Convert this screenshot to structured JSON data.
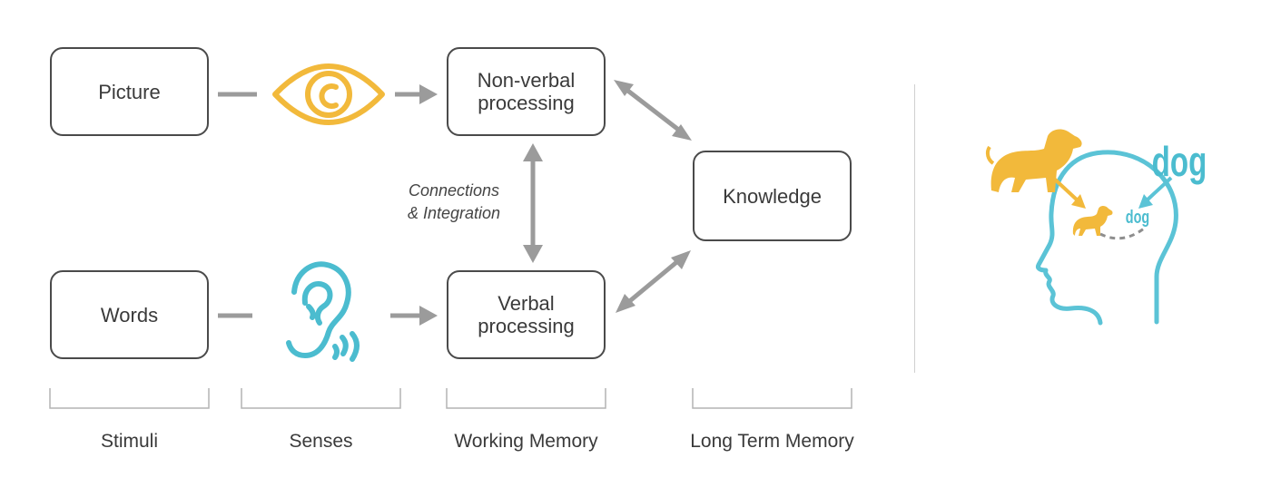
{
  "nodes": {
    "picture": "Picture",
    "words": "Words",
    "nonverbal": "Non-verbal\nprocessing",
    "verbal": "Verbal\nprocessing",
    "knowledge": "Knowledge"
  },
  "connection_note": "Connections\n& Integration",
  "stages": [
    "Stimuli",
    "Senses",
    "Working Memory",
    "Long Term Memory"
  ],
  "illustration": {
    "big_word": "dog",
    "small_word": "dog"
  },
  "colors": {
    "eye": "#f2b93b",
    "ear": "#4bbccf",
    "dog": "#f2b93b",
    "head": "#5bc3d6",
    "arrow": "#9b9b9b",
    "box_border": "#4a4a4a"
  },
  "icons": [
    "eye-icon",
    "ear-icon",
    "dog-icon",
    "head-icon"
  ]
}
